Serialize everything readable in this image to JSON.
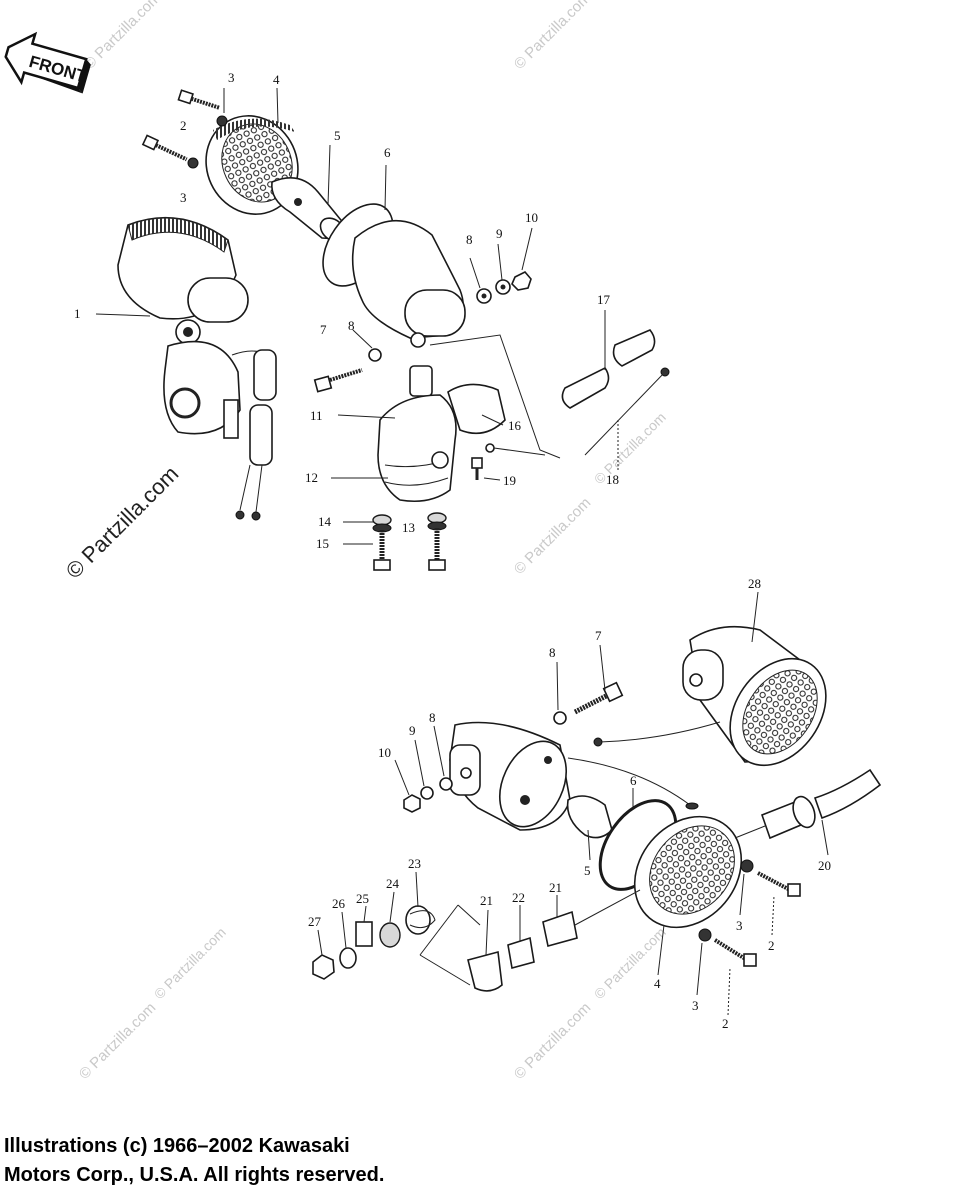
{
  "front_badge": "FRONT",
  "watermarks": [
    "© Partzilla.com",
    "© Partzilla.com",
    "© Partzilla.com",
    "© Partzilla.com",
    "© Partzilla.com",
    "© Partzilla.com",
    "© Partzilla.com",
    "© Partzilla.com",
    "© Partzilla.com"
  ],
  "callouts": {
    "c1": "1",
    "c2a": "2",
    "c3a": "3",
    "c3b": "3",
    "c4": "4",
    "c5": "5",
    "c6": "6",
    "c7": "7",
    "c8a": "8",
    "c8b": "8",
    "c9": "9",
    "c10": "10",
    "c11": "11",
    "c12": "12",
    "c13": "13",
    "c14": "14",
    "c15": "15",
    "c16": "16",
    "c17": "17",
    "c18": "18",
    "c19": "19",
    "l28": "28",
    "l7": "7",
    "l8a": "8",
    "l8b": "8",
    "l9": "9",
    "l10": "10",
    "l6": "6",
    "l5": "5",
    "l20": "20",
    "l3a": "3",
    "l2a": "2",
    "l3b": "3",
    "l2b": "2",
    "l4": "4",
    "l21a": "21",
    "l21b": "21",
    "l22": "22",
    "l23": "23",
    "l24": "24",
    "l25": "25",
    "l26": "26",
    "l27": "27"
  },
  "footer": {
    "line1": "Illustrations (c) 1966–2002 Kawasaki",
    "line2": "Motors Corp., U.S.A.  All rights reserved."
  }
}
